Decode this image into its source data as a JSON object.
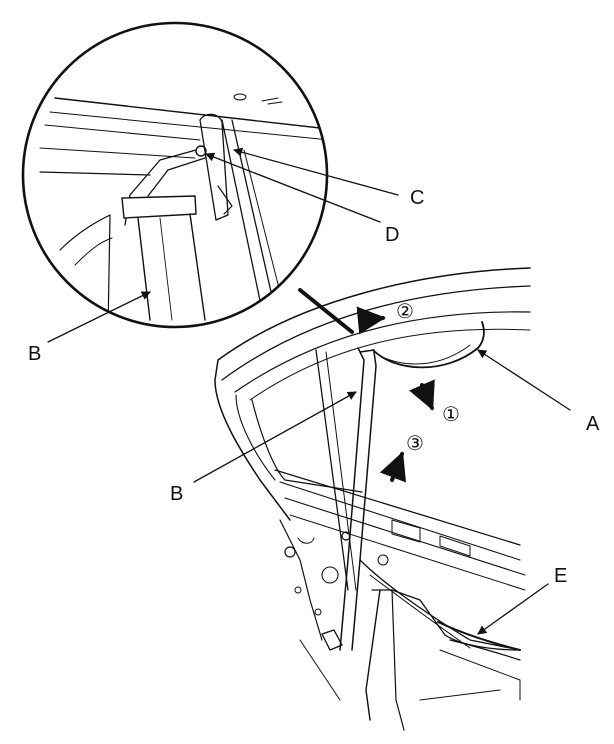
{
  "callouts": {
    "a": "A",
    "b_detail": "B",
    "b_main": "B",
    "c": "C",
    "d": "D",
    "e": "E"
  },
  "steps": {
    "s1": "①",
    "s2": "②",
    "s3": "③"
  }
}
